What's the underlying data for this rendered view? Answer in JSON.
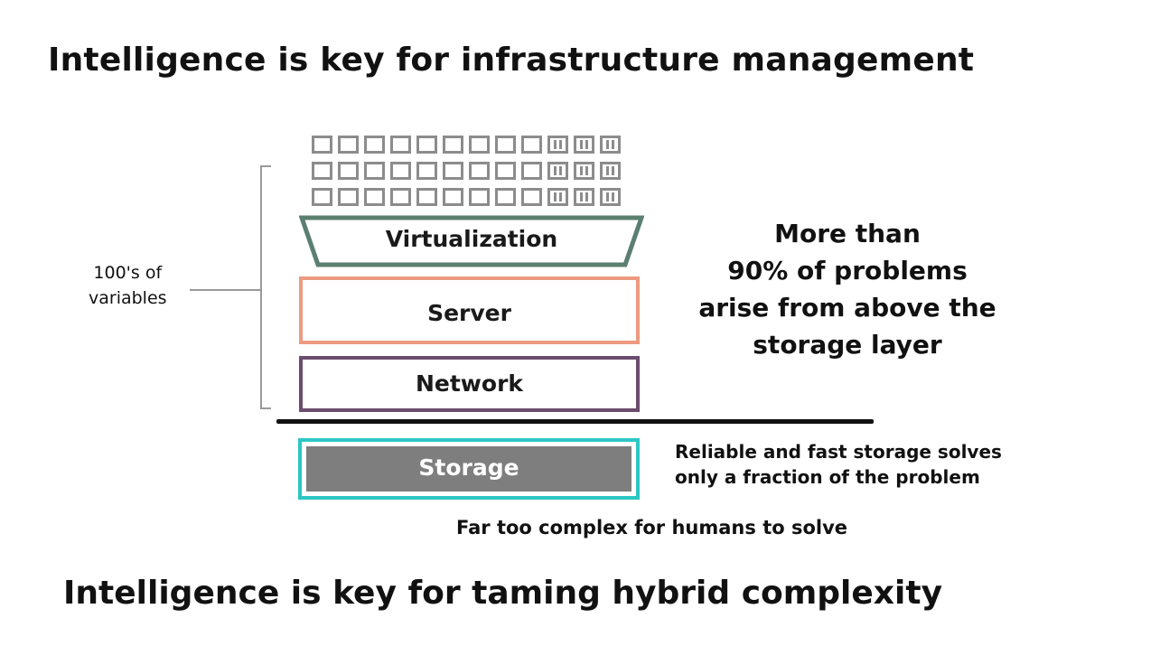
{
  "title": "Intelligence is key for infrastructure management",
  "layers": {
    "virtualization": "Virtualization",
    "server": "Server",
    "network": "Network",
    "storage": "Storage"
  },
  "bracket_label": {
    "line1": "100's of",
    "line2": "variables"
  },
  "callout": {
    "line1": "More than",
    "line2": "90% of problems",
    "line3": "arise from above the",
    "line4": "storage layer"
  },
  "storage_note": {
    "line1": "Reliable and fast storage solves",
    "line2": "only a fraction of the problem"
  },
  "complexity_note": "Far too complex for humans to solve",
  "footer_title": "Intelligence is key for taming hybrid complexity",
  "colors": {
    "virtualization": "#5b7f71",
    "server": "#ec9a80",
    "network": "#6b4c6e",
    "storage_border": "#2cc7c5",
    "storage_fill": "#7e7e7e",
    "vm_icon": "#8c8c8c"
  },
  "vm_grid": {
    "rows": 3,
    "plain_per_row": 9,
    "striped_per_row": 3,
    "icon": "vm-instance-icon"
  }
}
